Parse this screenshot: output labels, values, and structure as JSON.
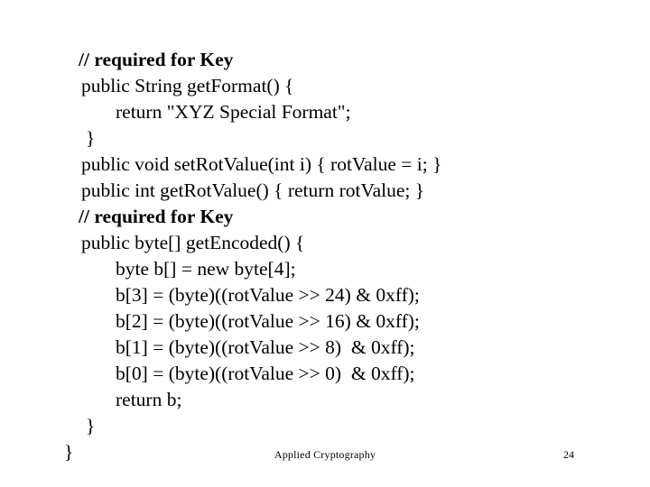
{
  "slide": {
    "page_number": "24",
    "footer_title": "Applied Cryptography",
    "background_color": "#ffffff",
    "text_color": "#000000",
    "code_lines": [
      {
        "text": "// required for Key",
        "indent": "ind-cmt",
        "bold": true
      },
      {
        "text": "public String getFormat() {",
        "indent": "ind-0",
        "bold": false
      },
      {
        "text": "return \"XYZ Special Format\";",
        "indent": "ind-1",
        "bold": false
      },
      {
        "text": "}",
        "indent": "ind-brace",
        "bold": false
      },
      {
        "text": "public void setRotValue(int i) { rotValue = i; }",
        "indent": "ind-0",
        "bold": false
      },
      {
        "text": "public int getRotValue() { return rotValue; }",
        "indent": "ind-0",
        "bold": false
      },
      {
        "text": "// required for Key",
        "indent": "ind-cmt",
        "bold": true
      },
      {
        "text": "public byte[] getEncoded() {",
        "indent": "ind-0",
        "bold": false
      },
      {
        "text": "byte b[] = new byte[4];",
        "indent": "ind-1",
        "bold": false
      },
      {
        "text": "b[3] = (byte)((rotValue >> 24) & 0xff);",
        "indent": "ind-1",
        "bold": false
      },
      {
        "text": "b[2] = (byte)((rotValue >> 16) & 0xff);",
        "indent": "ind-1",
        "bold": false
      },
      {
        "text": "b[1] = (byte)((rotValue >> 8)  & 0xff);",
        "indent": "ind-1",
        "bold": false
      },
      {
        "text": "b[0] = (byte)((rotValue >> 0)  & 0xff);",
        "indent": "ind-1",
        "bold": false
      },
      {
        "text": "return b;",
        "indent": "ind-1",
        "bold": false
      },
      {
        "text": "}",
        "indent": "ind-brace",
        "bold": false
      },
      {
        "text": "}",
        "indent": "ind-outer",
        "bold": false
      }
    ]
  }
}
